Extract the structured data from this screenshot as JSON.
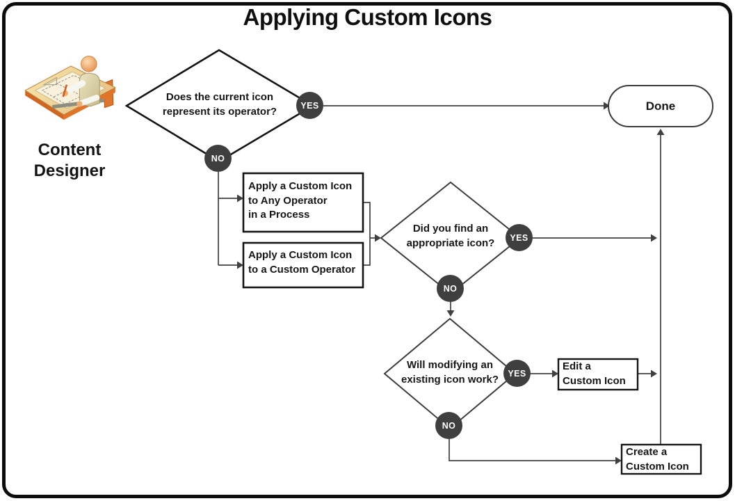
{
  "title": "Applying Custom Icons",
  "actor": {
    "label": "Content\nDesigner",
    "icon": "content-designer-drafting-table-icon"
  },
  "labels": {
    "yes": "YES",
    "no": "NO"
  },
  "nodes": {
    "decision_current_icon": "Does the current icon\nrepresent its operator?",
    "terminal_done": "Done",
    "process_any_operator": "Apply a Custom Icon\nto Any Operator\nin a Process",
    "process_custom_operator": "Apply a Custom Icon\nto a Custom Operator",
    "decision_find_icon": "Did you find an\nappropriate icon?",
    "decision_modify_icon": "Will modifying an\nexisting icon work?",
    "process_edit_icon": "Edit a\nCustom Icon",
    "process_create_icon": "Create a\nCustom Icon"
  },
  "colors": {
    "background": "#ffffff",
    "outer_border": "#0d0d0d",
    "connector": "#404040",
    "node_outline": "#141414",
    "badge_background": "#3f3f3f",
    "badge_text": "#ffffff",
    "table_top": "#eed79a",
    "table_edge": "#e2742a",
    "skin": "#eda45f",
    "shirt": "#d9d2ab"
  }
}
